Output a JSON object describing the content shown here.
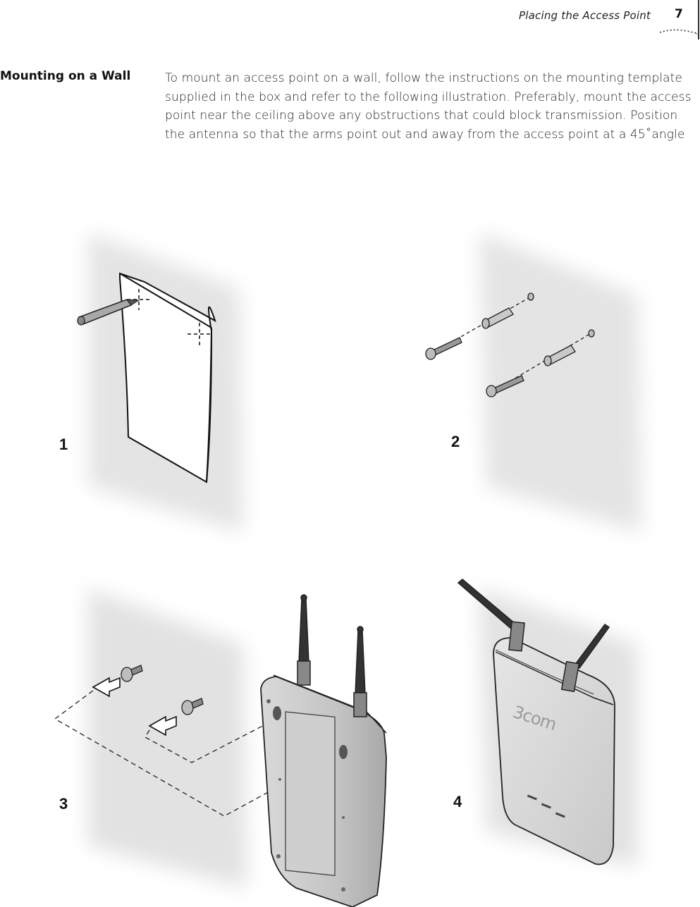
{
  "header": {
    "running_title": "Placing the Access Point",
    "page_number": "7"
  },
  "section": {
    "heading": "Mounting on a Wall",
    "body": "To mount an access point on a wall, follow the instructions on the mounting template supplied in the box and refer to the following illustration. Preferably, mount the access point near the ceiling above any obstructions that could block transmission. Position the antenna so that the arms point out and away from the access point at a 45˚angle"
  },
  "figure": {
    "steps": [
      "1",
      "2",
      "3",
      "4"
    ],
    "brand_logo_text": "3com"
  }
}
